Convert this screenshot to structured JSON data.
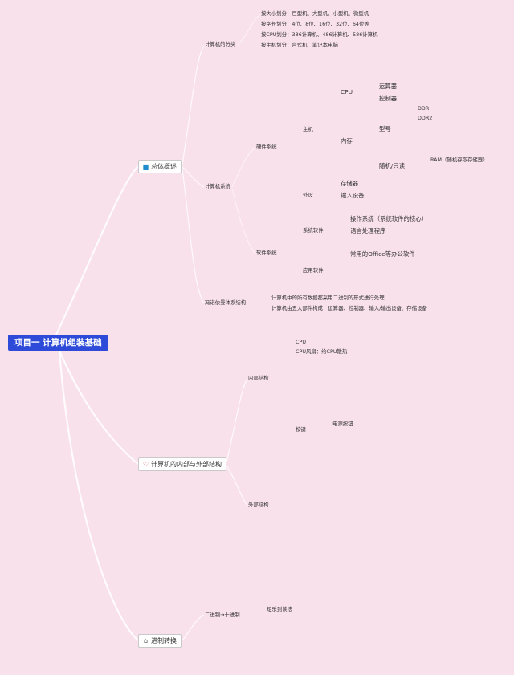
{
  "root": {
    "label": "项目一 计算机组装基础"
  },
  "branches": [
    {
      "label": "总体概述",
      "icon": "flag-icon",
      "children": {
        "classification": {
          "label": "计算机的分类",
          "items": [
            "按大小划分：巨型机、大型机、小型机、微型机",
            "按字长划分：4位、8位、16位、32位、64位等",
            "按CPU划分：386计算机、486计算机、586计算机",
            "按主机划分：台式机、笔记本电脑"
          ]
        },
        "system": {
          "label": "计算机系统",
          "hardware": {
            "label": "硬件系统",
            "host": {
              "label": "主机",
              "cpu": {
                "label": "CPU",
                "items": [
                  "运算器",
                  "控制器"
                ]
              },
              "memory": {
                "label": "内存",
                "model": {
                  "label": "型号",
                  "items": [
                    "DDR",
                    "DDR2"
                  ]
                },
                "ram_rom": {
                  "label": "随机/只读",
                  "items": [
                    "RAM（随机存取存储器）"
                  ]
                }
              }
            },
            "peripheral": {
              "label": "外设",
              "items": [
                "存储器",
                "输入设备"
              ]
            }
          },
          "software": {
            "label": "软件系统",
            "system_software": {
              "label": "系统软件",
              "items": [
                "操作系统（系统软件的核心）",
                "语言处理程序"
              ]
            },
            "app_software": {
              "label": "应用软件",
              "items": [
                "常用的Office等办公软件"
              ]
            }
          }
        },
        "von_neumann": {
          "label": "冯诺依曼体系结构",
          "items": [
            "计算机中的所有数据都采用二进制的形式进行处理",
            "计算机由五大部件构成：运算器、控制器、输入/输出设备、存储设备"
          ]
        }
      }
    },
    {
      "label": "计算机的内部与外部结构",
      "icon": "heart-icon",
      "children": {
        "internal": {
          "label": "内部结构",
          "items": [
            "CPU",
            "CPU风扇：给CPU散热"
          ]
        },
        "buttons": {
          "label": "按键",
          "items": [
            "电源按钮"
          ]
        },
        "external": {
          "label": "外部结构"
        }
      }
    },
    {
      "label": "进制转换",
      "icon": "home-icon",
      "children": {
        "bin_dec": {
          "label": "二进制→十进制",
          "items": [
            "短乐到读法"
          ]
        }
      }
    }
  ]
}
